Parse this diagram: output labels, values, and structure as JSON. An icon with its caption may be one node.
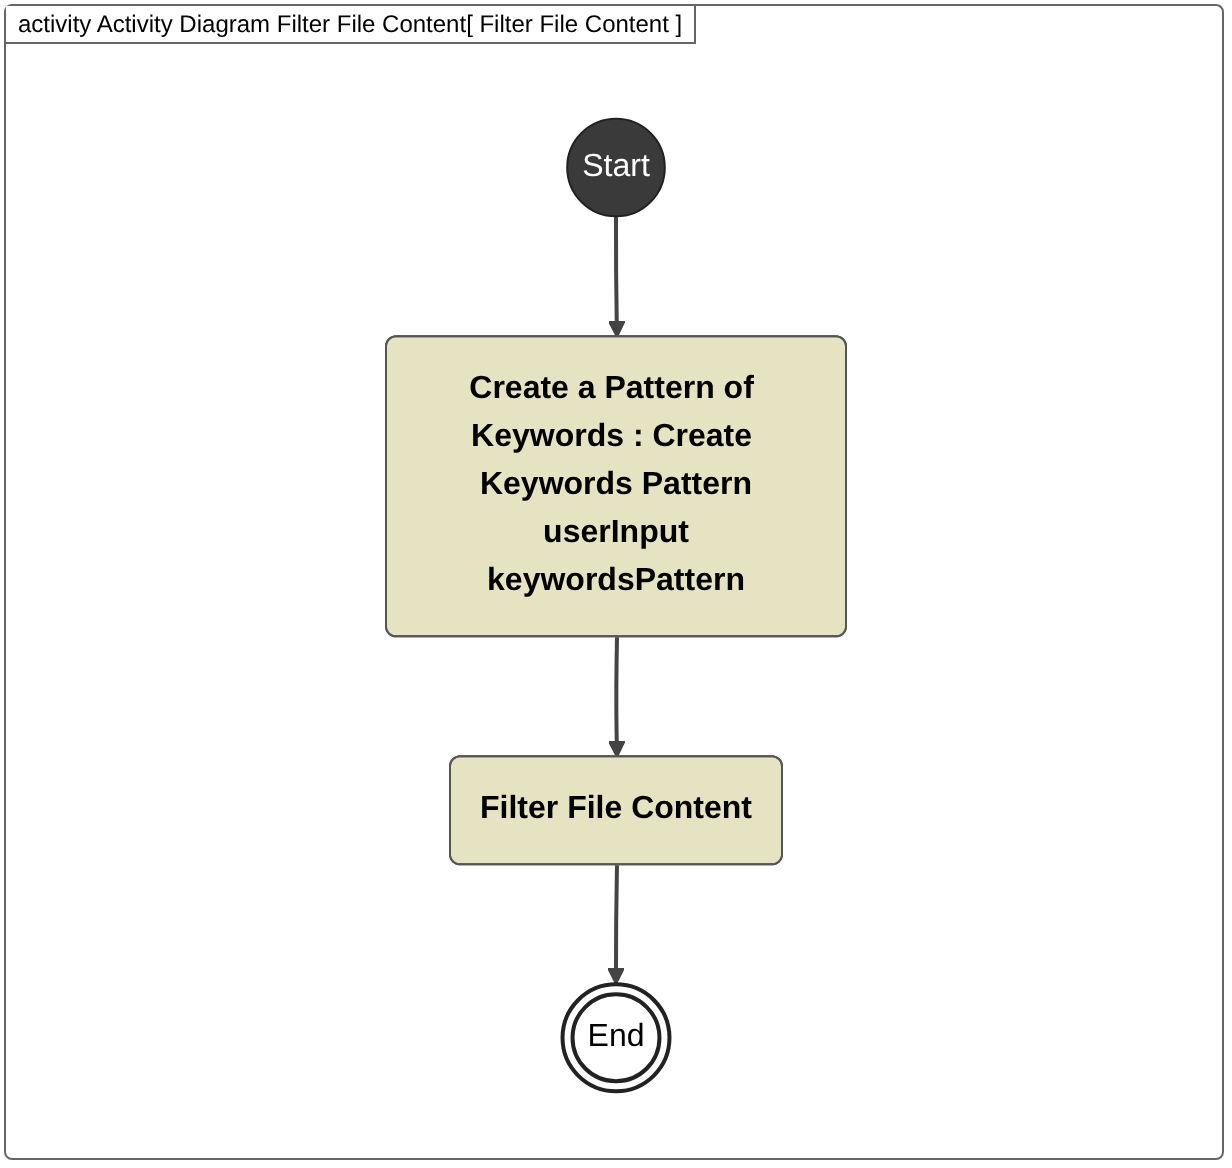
{
  "diagram": {
    "title": "activity Activity Diagram Filter File Content[ Filter File Content ]",
    "nodes": [
      {
        "text": [
          "Start"
        ]
      },
      {
        "text": [
          "Create a Pattern of Keywords : Create Keywords Pattern",
          "userInput",
          "keywordsPattern"
        ]
      },
      {
        "text": [
          "Filter File Content"
        ]
      },
      {
        "text": [
          "End"
        ]
      }
    ],
    "edges": [
      {
        "from": 0,
        "to": 1,
        "arrow": "to"
      },
      {
        "from": 1,
        "to": 2,
        "arrow": "to"
      },
      {
        "from": 2,
        "to": 3,
        "arrow": "to"
      }
    ]
  }
}
